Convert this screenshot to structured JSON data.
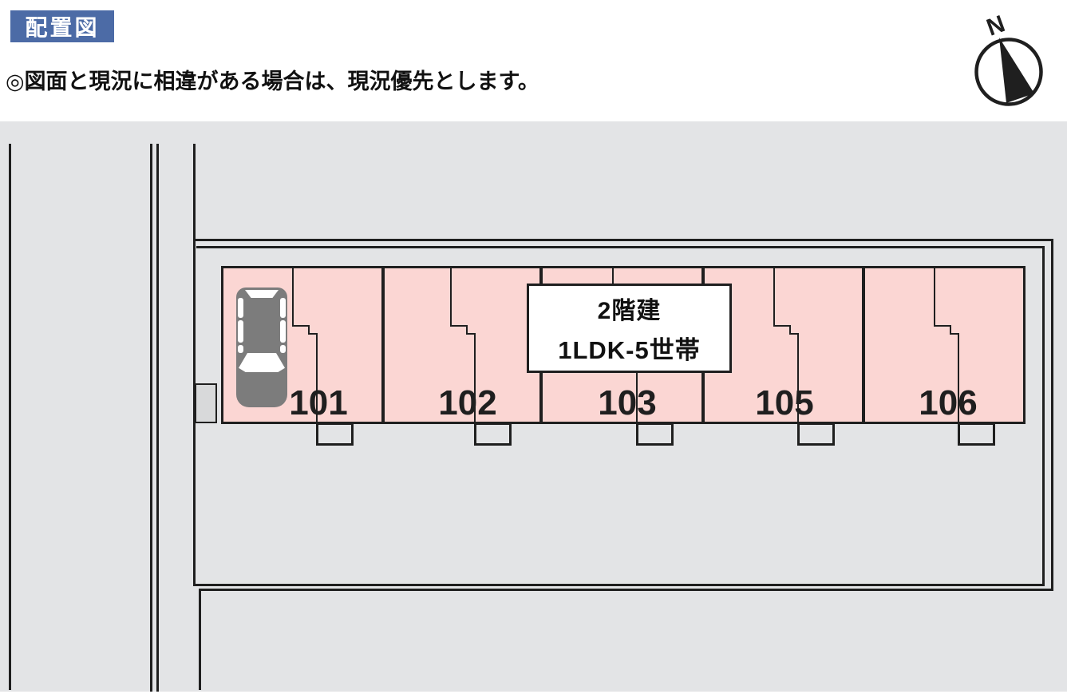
{
  "header": {
    "title": "配置図",
    "note": "◎図面と現況に相違がある場合は、現況優先とします。"
  },
  "compass": {
    "label": "N"
  },
  "site_plan": {
    "building_label": {
      "line1": "2階建",
      "line2": "1LDK-5世帯"
    },
    "units": [
      {
        "number": "101"
      },
      {
        "number": "102"
      },
      {
        "number": "103"
      },
      {
        "number": "105"
      },
      {
        "number": "106"
      }
    ],
    "colors": {
      "title_bg": "#4c6ba6",
      "ground": "#e3e4e6",
      "building_fill": "#fbd6d3",
      "line": "#1f1f1f",
      "car_body": "#7c7c7c",
      "utility_box": "#d8d9da"
    }
  }
}
